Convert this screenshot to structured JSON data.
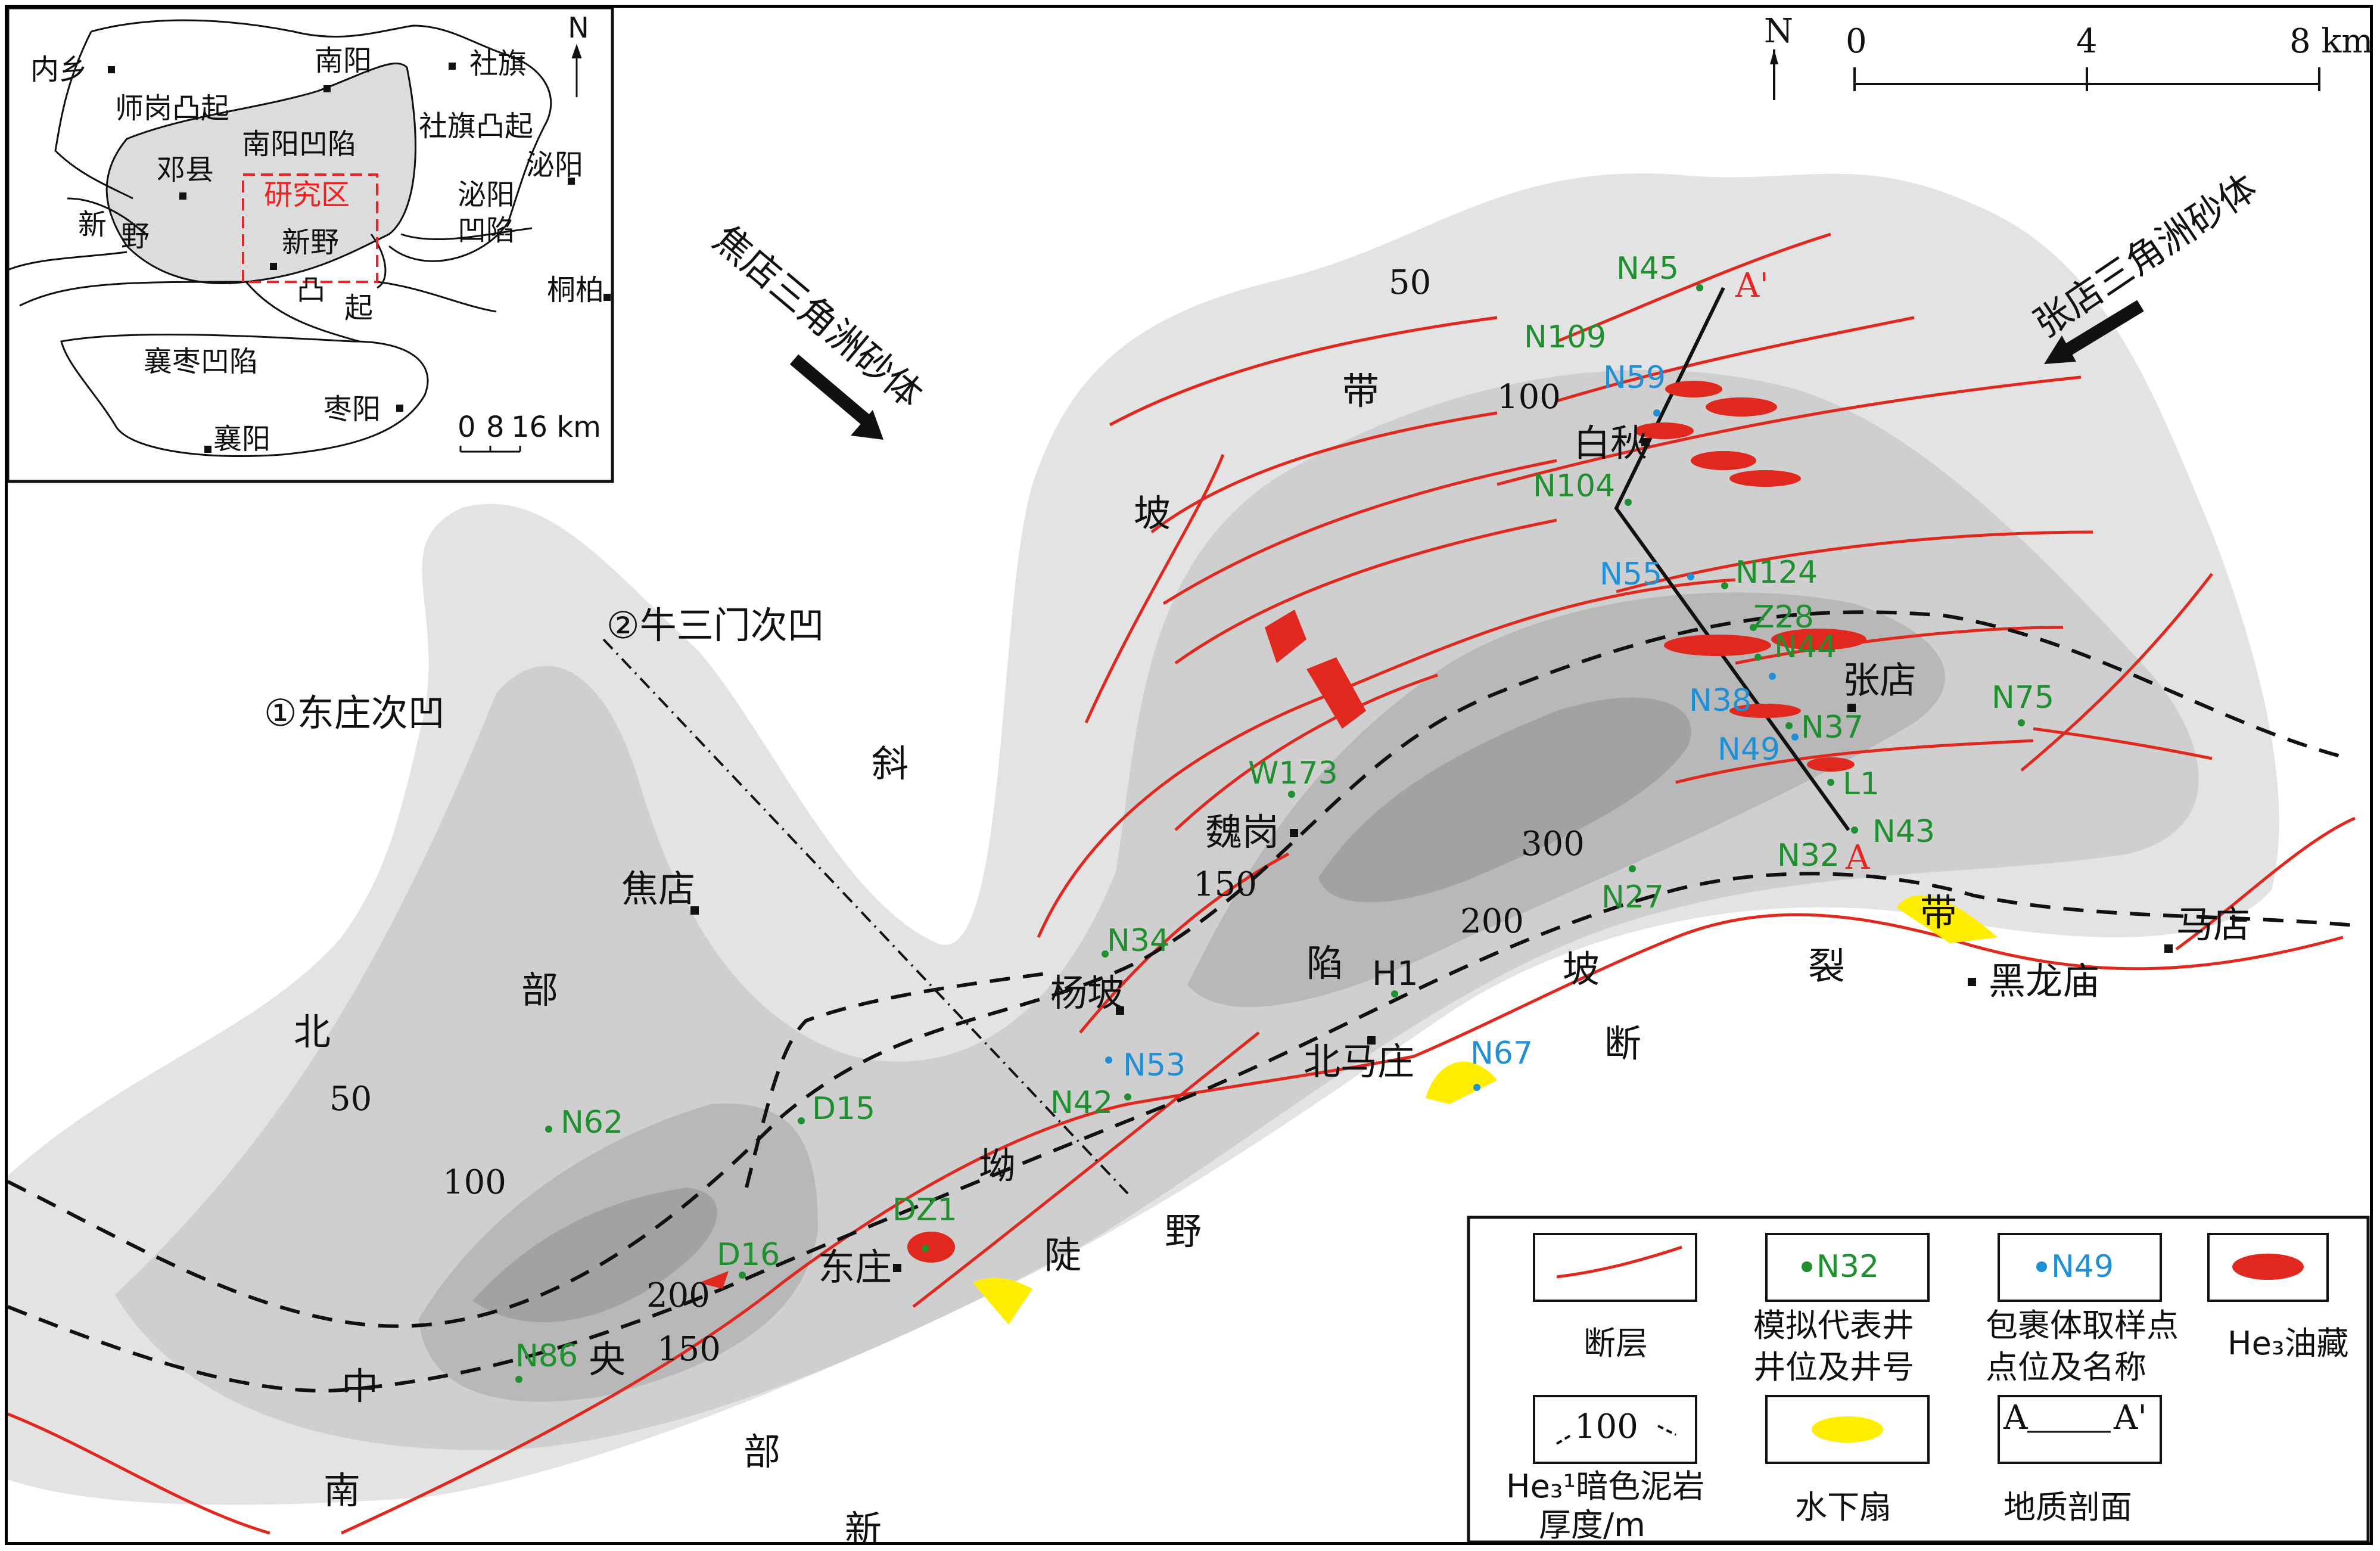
{
  "colors": {
    "fault": "#e0281e",
    "well_green": "#1f8f2f",
    "sample_blue": "#1f8fd6",
    "oil_red": "#e0281e",
    "fan_yellow": "#ffee00",
    "shade_1": "#e3e3e3",
    "shade_2": "#cfcfcf",
    "shade_3": "#b8b8b8",
    "shade_4": "#a2a2a2"
  },
  "scale": {
    "ticks": [
      "0",
      "4",
      "8 km"
    ],
    "north": "N"
  },
  "arrows": {
    "jiaodian": "焦店三角洲砂体",
    "zhangdian": "张店三角洲砂体"
  },
  "subsags": {
    "dongzhuang": "①东庄次凹",
    "niusanmen": "②牛三门次凹"
  },
  "section": {
    "a": "A",
    "a_prime": "A'"
  },
  "zones": {
    "north_slope": [
      "斜",
      "坡",
      "带"
    ],
    "north_part": [
      "北",
      "部"
    ],
    "center": [
      "中",
      "央",
      "坳",
      "陡",
      "陷"
    ],
    "south": [
      "南",
      "部"
    ],
    "xinye": [
      "新",
      "野"
    ],
    "fault_belt": [
      "断",
      "裂",
      "带"
    ],
    "dz_slope": "坡"
  },
  "towns": {
    "baiqiu": "白秋",
    "zhangdian": "张店",
    "weigang": "魏岗",
    "yangpo": "杨坡",
    "jiaodian": "焦店",
    "beimazhuang": "北马庄",
    "dongzhuang": "东庄",
    "heilongmiao": "黑龙庙",
    "madian": "马店"
  },
  "contours": [
    "50",
    "100",
    "150",
    "200",
    "300",
    "50",
    "100",
    "150",
    "200"
  ],
  "wells_green": [
    "N45",
    "N109",
    "N104",
    "N124",
    "Z28",
    "N44",
    "N37",
    "L1",
    "N43",
    "N32",
    "N75",
    "W173",
    "N27",
    "N34",
    "H1",
    "N42",
    "D15",
    "N62",
    "D16",
    "DZ1",
    "N86"
  ],
  "wells_blue": [
    "N59",
    "N55",
    "N38",
    "N49",
    "N53",
    "N67"
  ],
  "inset": {
    "places": [
      "内乡",
      "南阳",
      "社旗",
      "师岗凸起",
      "南阳凹陷",
      "社旗凸起",
      "邓县",
      "泌阳",
      "研究区",
      "泌阳",
      "凹陷",
      "新",
      "野",
      "新野",
      "凸",
      "起",
      "桐柏",
      "襄枣凹陷",
      "枣阳",
      "襄阳"
    ],
    "scale": [
      "0",
      "8",
      "16 km"
    ],
    "north": "N"
  },
  "legend": {
    "fault": "断层",
    "well_sample": "N32",
    "well_label": [
      "模拟代表井",
      "井位及井号"
    ],
    "incl_sample": "N49",
    "incl_label": [
      "包裹体取样点",
      "点位及名称"
    ],
    "oil_label": "He₃油藏",
    "contour_value": "100",
    "mud_label": [
      "He₃¹暗色泥岩",
      "厚度/m"
    ],
    "fan_label": "水下扇",
    "section_a": "A",
    "section_ap": "A'",
    "section_label": "地质剖面"
  }
}
